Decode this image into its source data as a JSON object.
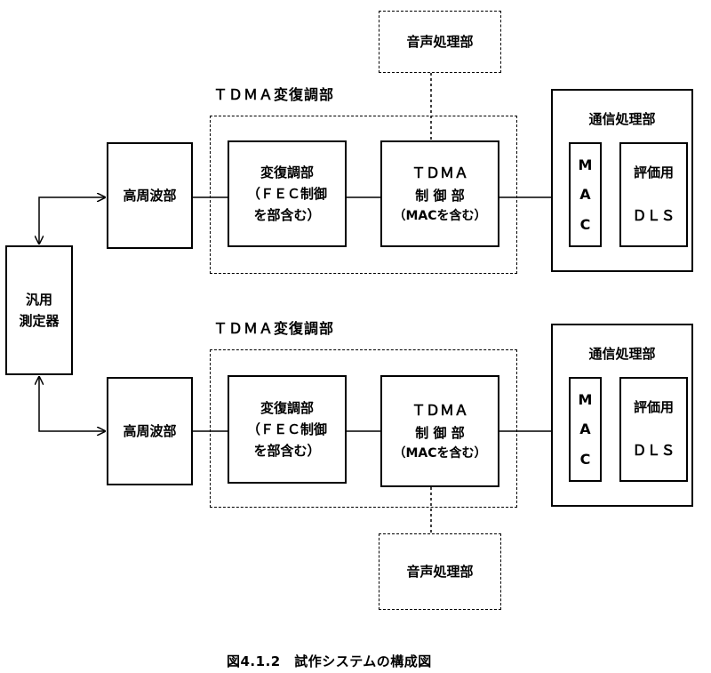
{
  "generic_instrument": [
    "汎用",
    "測定器"
  ],
  "rows": [
    {
      "group_label": "ＴＤＭＡ変復調部",
      "rf": "高周波部",
      "modem": [
        "変復調部",
        "（ＦＥＣ制御",
        "を部含む）"
      ],
      "tdma": [
        "ＴＤＭＡ",
        "制 御 部",
        "（MACを含む）"
      ],
      "audio": "音声処理部",
      "comm_label": "通信処理部",
      "mac": [
        "M",
        "A",
        "C"
      ],
      "eval": "評価用",
      "dls": "ＤＬＳ"
    },
    {
      "group_label": "ＴＤＭＡ変復調部",
      "rf": "高周波部",
      "modem": [
        "変復調部",
        "（ＦＥＣ制御",
        "を部含む）"
      ],
      "tdma": [
        "ＴＤＭＡ",
        "制 御 部",
        "（MACを含む）"
      ],
      "audio": "音声処理部",
      "comm_label": "通信処理部",
      "mac": [
        "M",
        "A",
        "C"
      ],
      "eval": "評価用",
      "dls": "ＤＬＳ"
    }
  ],
  "caption": "図4.1.2　試作システムの構成図"
}
